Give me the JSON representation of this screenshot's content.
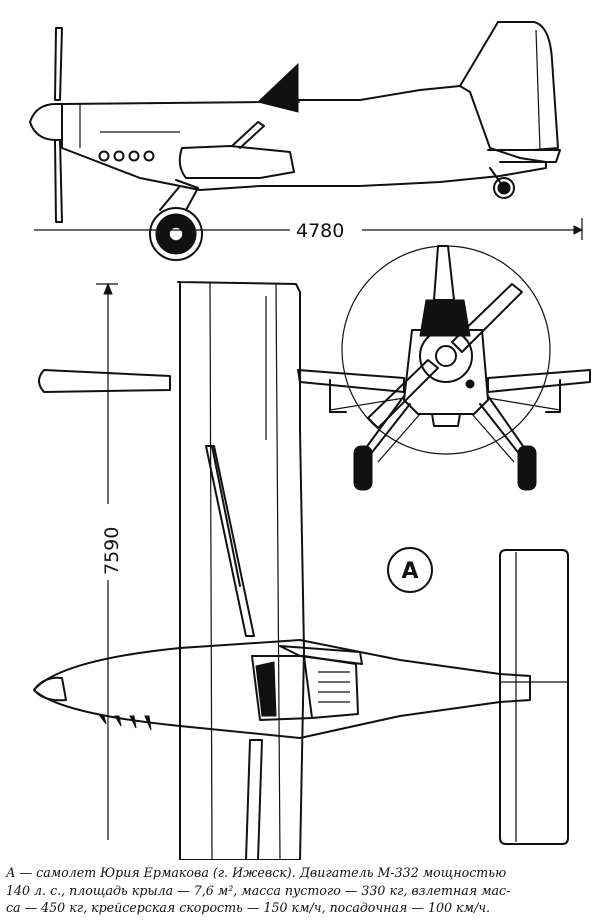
{
  "figure": {
    "badge_letter": "A",
    "dimension_length": "4780",
    "dimension_span": "7590"
  },
  "caption": {
    "lines": [
      "А — самолет Юрия Ермакова (г. Ижевск). Двигатель М-332 мощностью",
      "140 л. с., площадь крыла — 7,6 м², масса пустого — 330 кг, взлетная мас-",
      "са — 450 кг, крейсерская скорость — 150 км/ч, посадочная — 100 км/ч."
    ]
  }
}
